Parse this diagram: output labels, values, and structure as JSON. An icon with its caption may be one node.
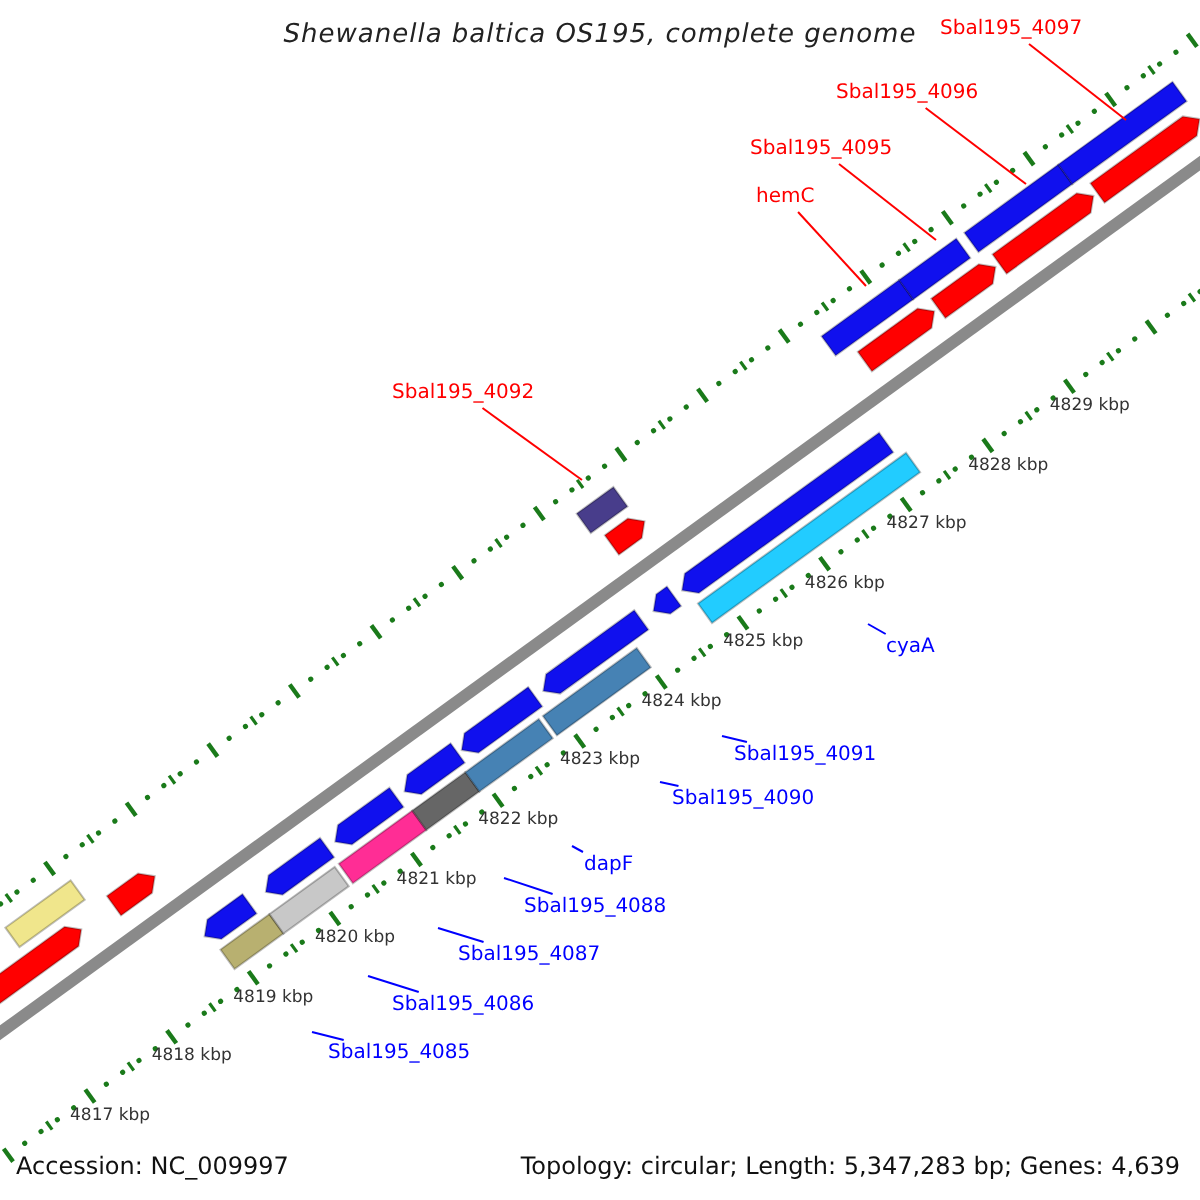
{
  "diagram": {
    "title": "Shewanella baltica OS195, complete genome",
    "nodes": [
      {
        "text": [
          "Sbal195_4097"
        ]
      },
      {
        "text": [
          "Sbal195_4096"
        ]
      },
      {
        "text": [
          "Sbal195_4095"
        ]
      },
      {
        "text": [
          "hemC"
        ]
      },
      {
        "text": [
          "Sbal195_4092"
        ]
      },
      {
        "text": [
          "cyaA"
        ]
      },
      {
        "text": [
          "Sbal195_4091"
        ]
      },
      {
        "text": [
          "Sbal195_4090"
        ]
      },
      {
        "text": [
          "dapF"
        ]
      },
      {
        "text": [
          "Sbal195_4088"
        ]
      },
      {
        "text": [
          "Sbal195_4087"
        ]
      },
      {
        "text": [
          "Sbal195_4086"
        ]
      },
      {
        "text": [
          "Sbal195_4085"
        ]
      }
    ],
    "edges": [
      {
        "from": 0,
        "to": null,
        "arrow": "none",
        "color": "#ff0000"
      },
      {
        "from": 1,
        "to": null,
        "arrow": "none",
        "color": "#ff0000"
      },
      {
        "from": 2,
        "to": null,
        "arrow": "none",
        "color": "#ff0000"
      },
      {
        "from": 3,
        "to": null,
        "arrow": "none",
        "color": "#ff0000"
      },
      {
        "from": 4,
        "to": null,
        "arrow": "none",
        "color": "#ff0000"
      },
      {
        "from": 5,
        "to": null,
        "arrow": "none"
      },
      {
        "from": 6,
        "to": null,
        "arrow": "none"
      },
      {
        "from": 7,
        "to": null,
        "arrow": "none"
      },
      {
        "from": 8,
        "to": null,
        "arrow": "none"
      },
      {
        "from": 9,
        "to": null,
        "arrow": "none"
      },
      {
        "from": 10,
        "to": null,
        "arrow": "none"
      },
      {
        "from": 11,
        "to": null,
        "arrow": "none"
      },
      {
        "from": 12,
        "to": null,
        "arrow": "none"
      }
    ],
    "labels": [
      "4829 kbp",
      "4828 kbp",
      "4827 kbp",
      "4826 kbp",
      "4825 kbp",
      "4824 kbp",
      "4823 kbp",
      "4822 kbp",
      "4821 kbp",
      "4820 kbp",
      "4819 kbp",
      "4818 kbp",
      "4817 kbp",
      "Accession: NC_009997",
      "Topology: circular; Length: 5,347,283 bp; Genes: 4,639"
    ]
  }
}
